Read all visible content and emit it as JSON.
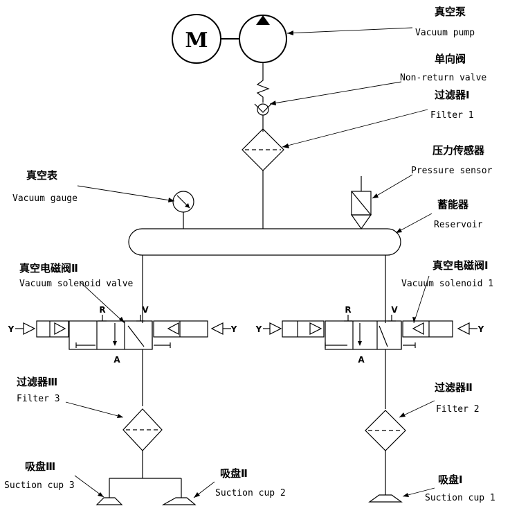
{
  "motor": {
    "symbol": "M"
  },
  "labels": {
    "vacuum_pump": {
      "zh": "真空泵",
      "en": "Vacuum pump"
    },
    "non_return_valve": {
      "zh": "单向阀",
      "en": "Non-return valve"
    },
    "filter_1": {
      "zh": "过滤器Ⅰ",
      "en": "Filter 1"
    },
    "pressure_sensor": {
      "zh": "压力传感器",
      "en": "Pressure sensor"
    },
    "vacuum_gauge": {
      "zh": "真空表",
      "en": "Vacuum gauge"
    },
    "reservoir": {
      "zh": "蓄能器",
      "en": "Reservoir"
    },
    "solenoid_2": {
      "zh": "真空电磁阀Ⅱ",
      "en": "Vacuum solenoid valve"
    },
    "solenoid_1": {
      "zh": "真空电磁阀Ⅰ",
      "en": "Vacuum solenoid 1"
    },
    "filter_3": {
      "zh": "过滤器Ⅲ",
      "en": "Filter 3"
    },
    "filter_2": {
      "zh": "过滤器Ⅱ",
      "en": "Filter 2"
    },
    "suction_cup_3": {
      "zh": "吸盘Ⅲ",
      "en": "Suction cup 3"
    },
    "suction_cup_2": {
      "zh": "吸盘Ⅱ",
      "en": "Suction cup 2"
    },
    "suction_cup_1": {
      "zh": "吸盘Ⅰ",
      "en": "Suction cup 1"
    }
  },
  "ports": {
    "r": "R",
    "v": "V",
    "a": "A",
    "y": "Y"
  }
}
